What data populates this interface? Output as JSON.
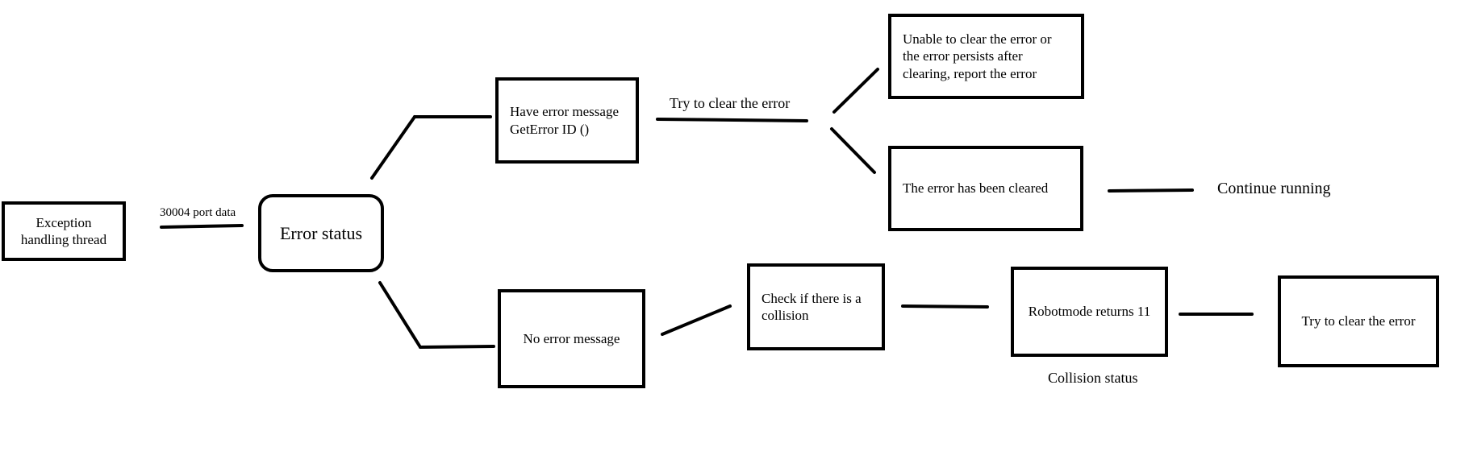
{
  "nodes": {
    "exception_thread": "Exception\nhandling thread",
    "error_status": "Error status",
    "have_error": "Have error  message\nGetError ID ()",
    "no_error": "No error  message",
    "unable_clear": "Unable to clear the error or\nthe error persists after\nclearing, report the error",
    "error_cleared": "The error  has  been cleared",
    "check_collision": "Check if there is a\ncollision",
    "robotmode": "Robotmode returns 11",
    "try_clear_final": "Try to clear the error"
  },
  "labels": {
    "port_data": "30004 port data",
    "try_clear": "Try to clear the error",
    "continue_running": "Continue running",
    "collision_status": "Collision status"
  }
}
